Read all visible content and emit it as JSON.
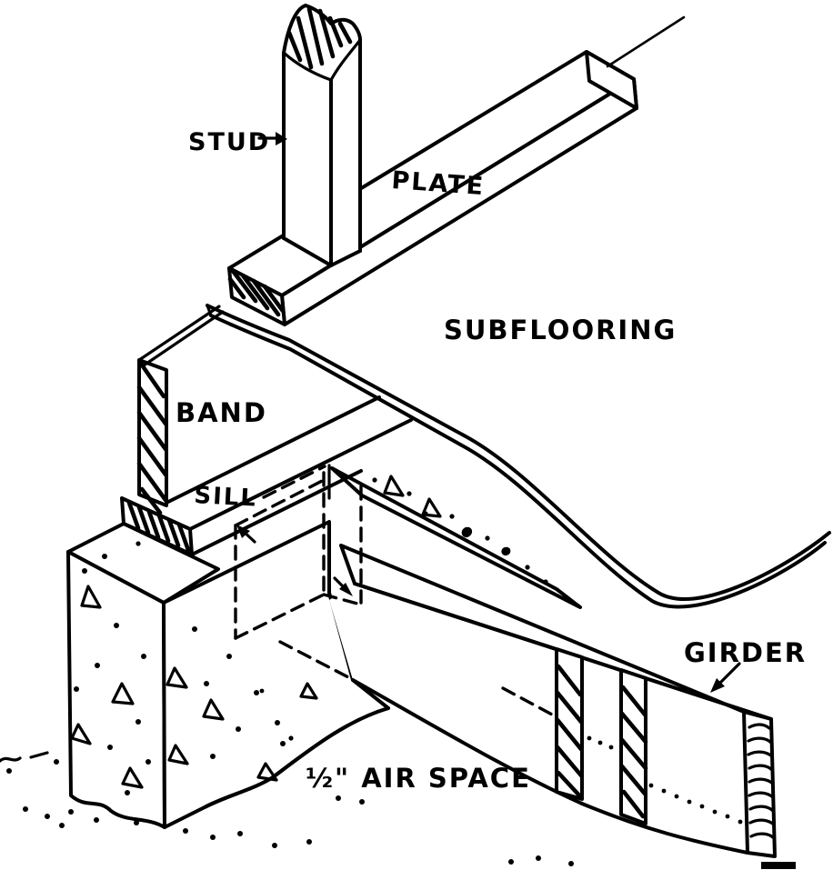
{
  "figure": {
    "type": "hand-drawn construction detail (isometric line drawing)",
    "colors": {
      "ink": "#000000",
      "paper": "#ffffff"
    },
    "labels": {
      "stud": "STUD",
      "plate": "PLATE",
      "subflooring": "SUBFLOORING",
      "band": "BAND",
      "sill": "SILL",
      "girder": "GIRDER",
      "air_space": "½\" AIR SPACE"
    }
  }
}
